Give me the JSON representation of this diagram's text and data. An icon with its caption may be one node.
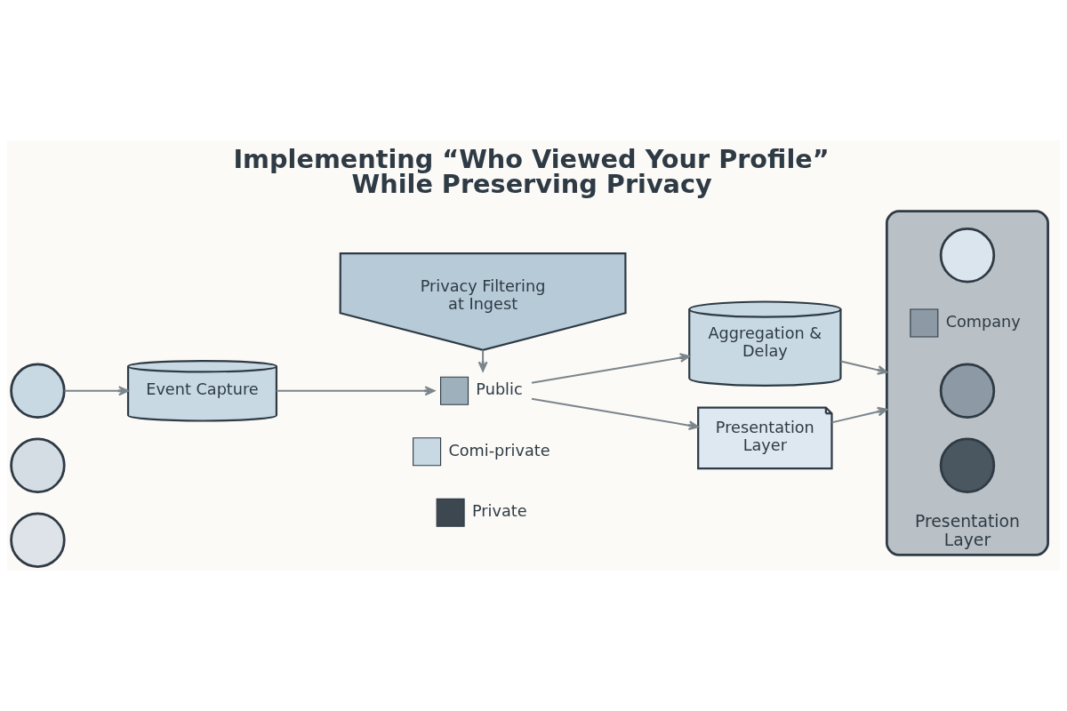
{
  "diagram": {
    "title": "Implementing “Who Viewed Your Profile” While Preserving Privacy",
    "nodes": [
      {
        "text": [],
        "shape": "person"
      },
      {
        "text": [],
        "shape": "person"
      },
      {
        "text": [],
        "shape": "person"
      },
      {
        "text": [
          "Event Capture"
        ]
      },
      {
        "text": [
          "Privacy Filtering at Ingest"
        ]
      },
      {
        "text": [
          "Public"
        ]
      },
      {
        "text": [
          "Comi-private"
        ]
      },
      {
        "text": [
          "Private"
        ]
      },
      {
        "text": [
          "Aggregation & Delay"
        ]
      },
      {
        "text": [
          "Presentation Layer"
        ]
      },
      {
        "text": [
          "Presentation Layer"
        ]
      },
      {
        "text": [],
        "shape": "person",
        "in": 10
      },
      {
        "text": [
          "Company"
        ],
        "in": 10
      },
      {
        "text": [],
        "shape": "person",
        "in": 10
      },
      {
        "text": [],
        "shape": "person",
        "in": 10
      }
    ],
    "edges": [
      {
        "from": 0,
        "to": 3,
        "arrow": "to"
      },
      {
        "from": 3,
        "to": 5,
        "arrow": "to"
      },
      {
        "from": 4,
        "to": 5,
        "arrow": "to"
      },
      {
        "from": 5,
        "to": 8,
        "arrow": "to"
      },
      {
        "from": 5,
        "to": 9,
        "arrow": "to"
      },
      {
        "from": 8,
        "to": 10,
        "arrow": "to"
      },
      {
        "from": 9,
        "to": 10,
        "arrow": "to"
      }
    ]
  }
}
